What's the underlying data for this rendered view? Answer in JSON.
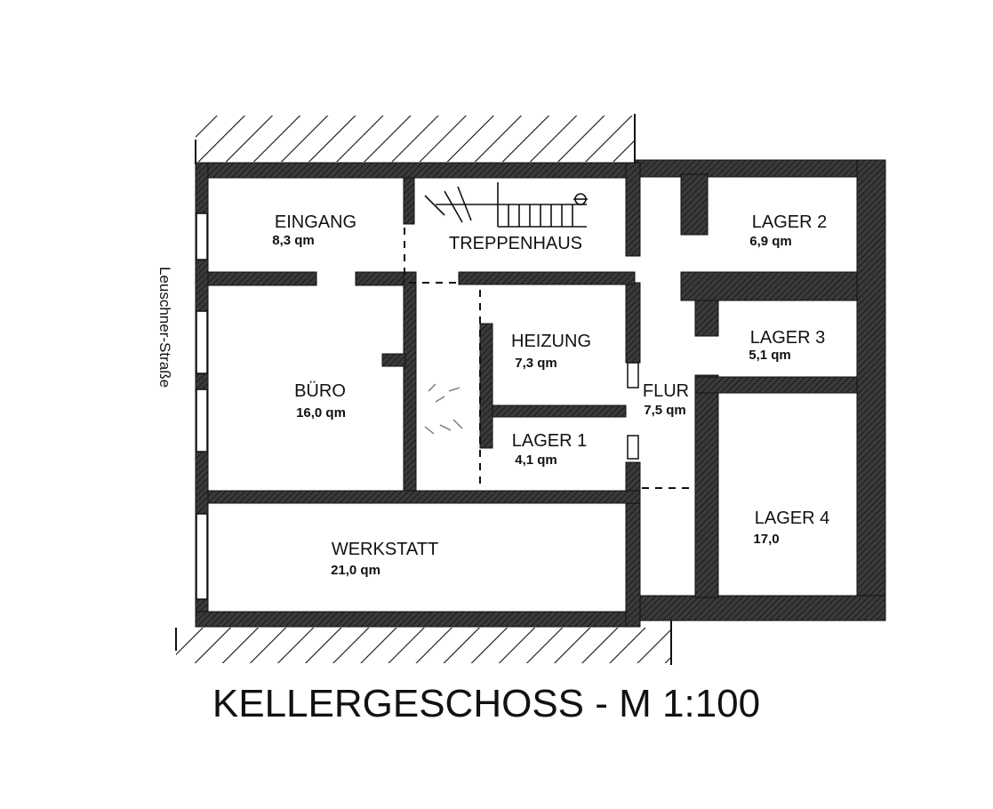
{
  "title": "KELLERGESCHOSS - M 1:100",
  "street": "Leuschner-Straße",
  "rooms": {
    "eingang": {
      "name": "EINGANG",
      "area": "8,3 qm"
    },
    "treppenhaus": {
      "name": "TREPPENHAUS"
    },
    "buero": {
      "name": "BÜRO",
      "area": "16,0 qm"
    },
    "heizung": {
      "name": "HEIZUNG",
      "area": "7,3 qm"
    },
    "lager1": {
      "name": "LAGER 1",
      "area": "4,1 qm"
    },
    "flur": {
      "name": "FLUR",
      "area": "7,5 qm"
    },
    "lager2": {
      "name": "LAGER 2",
      "area": "6,9 qm"
    },
    "lager3": {
      "name": "LAGER 3",
      "area": "5,1 qm"
    },
    "lager4": {
      "name": "LAGER 4",
      "area": "17,0"
    },
    "werkstatt": {
      "name": "WERKSTATT",
      "area": "21,0 qm"
    }
  },
  "colors": {
    "wall": "#2a2a2a",
    "line": "#111111",
    "background": "#ffffff"
  }
}
